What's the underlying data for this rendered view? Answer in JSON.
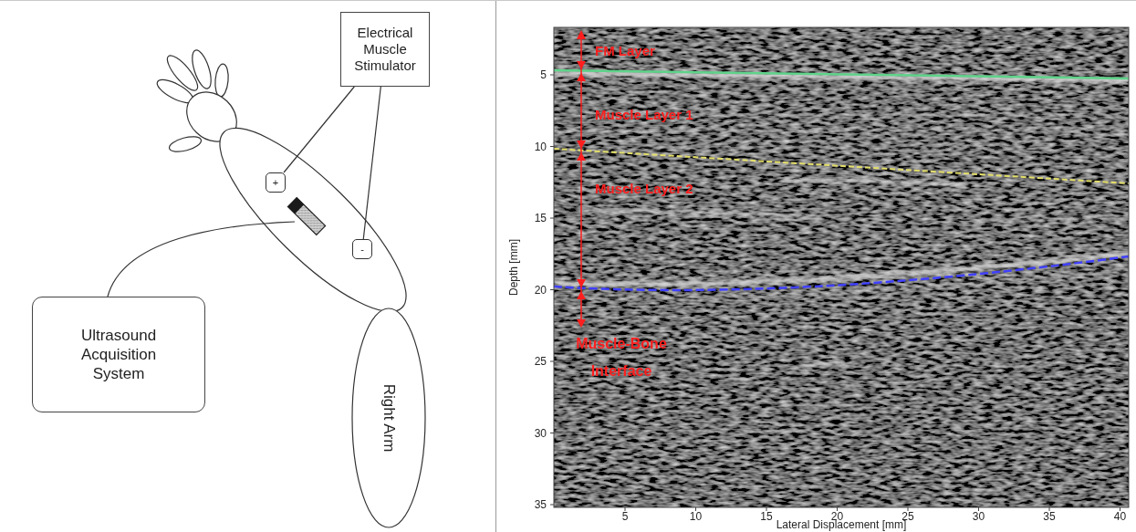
{
  "diagram": {
    "nodes": [
      {
        "text": [
          "Electrical Muscle Stimulator"
        ]
      },
      {
        "text": [
          "+"
        ]
      },
      {
        "text": [
          "-"
        ]
      },
      {
        "text": [
          "Ultrasound Acquisition System"
        ]
      },
      {
        "text": [
          "Right Arm"
        ]
      }
    ],
    "edges": [
      {
        "from": 0,
        "to": 1,
        "arrow": "none"
      },
      {
        "from": 0,
        "to": 2,
        "arrow": "none"
      }
    ],
    "labels": [
      "FM Layer",
      "Muscle Layer 1",
      "Muscle Layer 2",
      "Muscle-Bone Interface",
      "5",
      "10",
      "15",
      "20",
      "25",
      "30",
      "35",
      "Depth [mm]",
      "5",
      "10",
      "15",
      "20",
      "25",
      "30",
      "35",
      "40",
      "Lateral Displacement [mm]"
    ]
  }
}
